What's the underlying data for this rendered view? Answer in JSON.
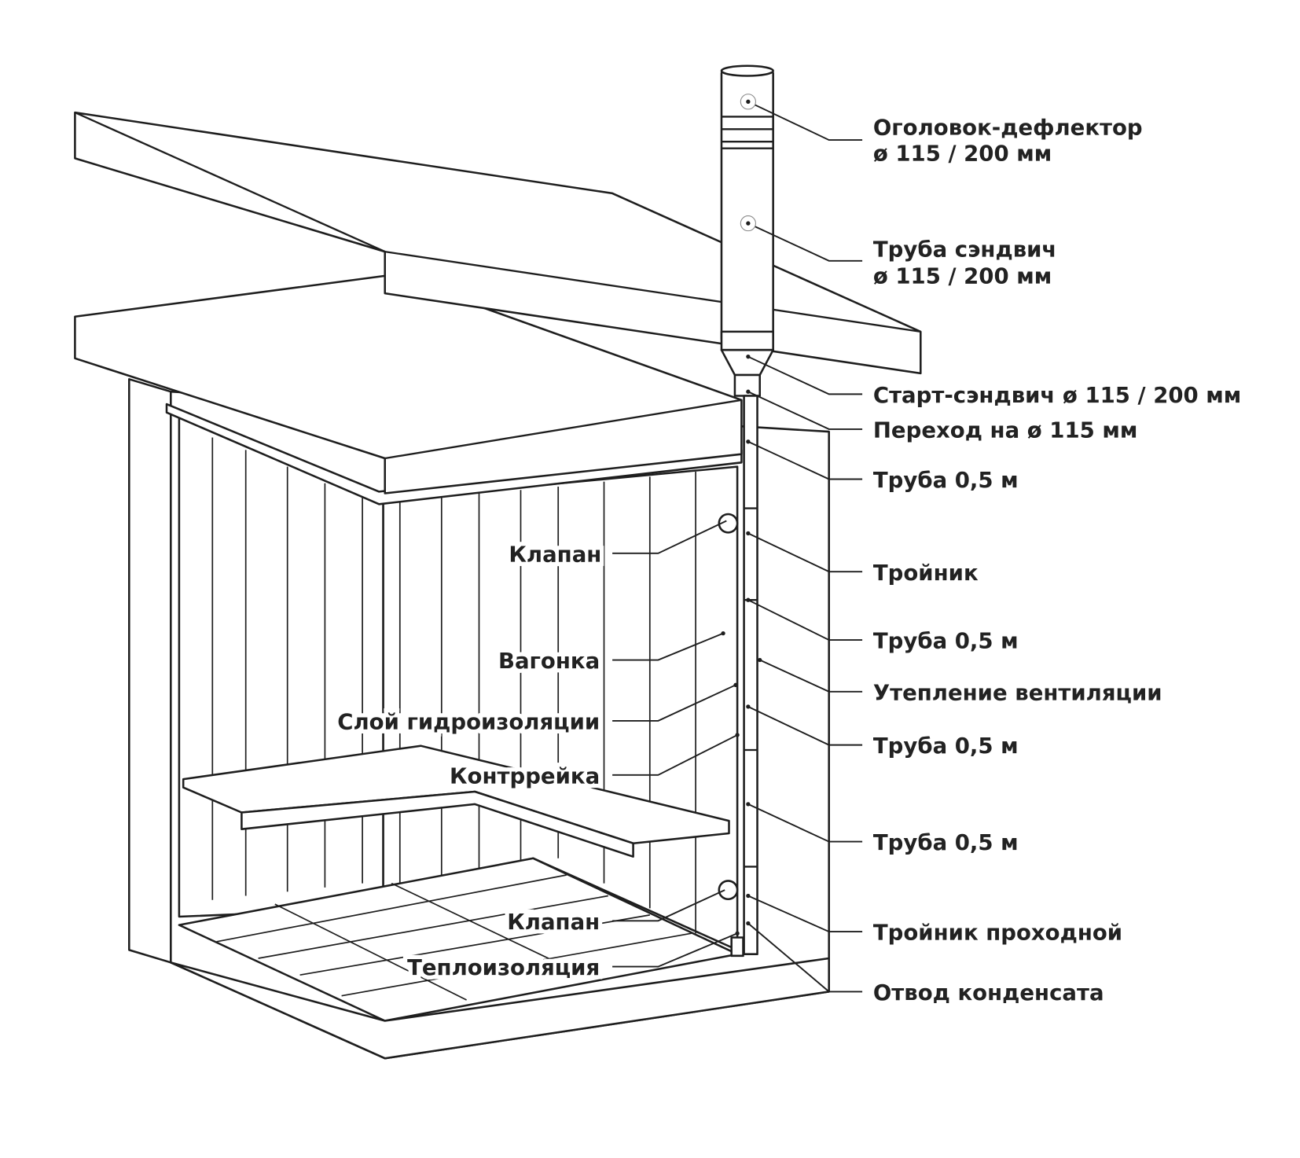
{
  "right_labels": [
    {
      "line1": "Оголовок-дефлектор",
      "line2": "ø 115 / 200 мм"
    },
    {
      "line1": "Труба сэндвич",
      "line2": "ø 115 / 200 мм"
    },
    {
      "line1": "Старт-сэндвич ø 115 / 200 мм"
    },
    {
      "line1": "Переход на ø 115 мм"
    },
    {
      "line1": "Труба 0,5 м"
    },
    {
      "line1": "Тройник"
    },
    {
      "line1": "Труба 0,5 м"
    },
    {
      "line1": "Утепление вентиляции"
    },
    {
      "line1": "Труба 0,5 м"
    },
    {
      "line1": "Труба 0,5 м"
    },
    {
      "line1": "Тройник проходной"
    },
    {
      "line1": "Отвод конденсата"
    }
  ],
  "left_labels": [
    {
      "text": "Клапан"
    },
    {
      "text": "Вагонка"
    },
    {
      "text": "Слой гидроизоляции"
    },
    {
      "text": "Контррейка"
    },
    {
      "text": "Клапан"
    },
    {
      "text": "Теплоизоляция"
    }
  ]
}
